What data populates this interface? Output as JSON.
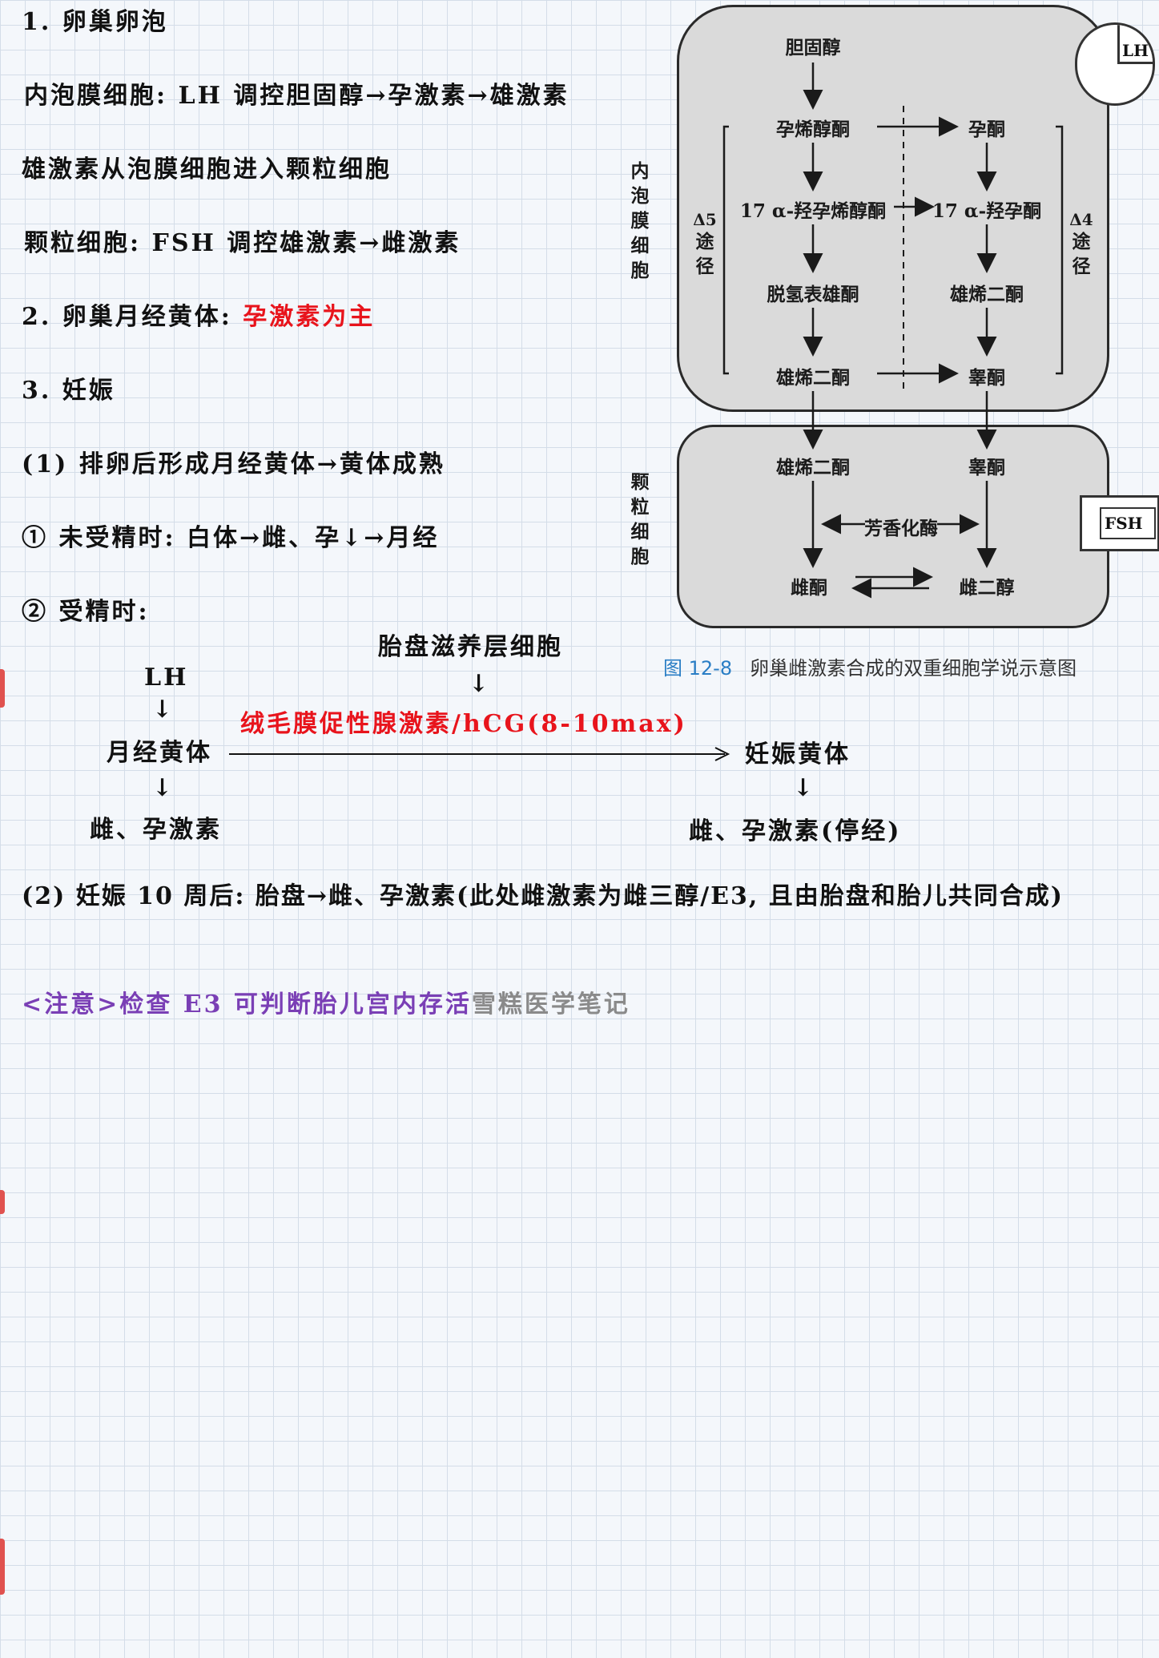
{
  "notes": {
    "h1": "1.  卵巢卵泡",
    "line_theca": "内泡膜细胞: LH 调控胆固醇→孕激素→雄激素",
    "line_transfer": "雄激素从泡膜细胞进入颗粒细胞",
    "line_granulosa": "颗粒细胞: FSH 调控雄激素→雌激素",
    "h2_prefix": "2.  卵巢月经黄体: ",
    "h2_red": "孕激素为主",
    "h3": "3.  妊娠",
    "p1": "(1)  排卵后形成月经黄体→黄体成熟",
    "p1a": "①  未受精时: 白体→雌、孕↓→月经",
    "p1b": "②  受精时:"
  },
  "flow": {
    "placenta": "胎盘滋养层细胞",
    "down_arrow": "↓",
    "lh": "LH",
    "corpus": "月经黄体",
    "hcg": "绒毛膜促性腺激素/hCG(8-10max)",
    "pregnancy_corpus": "妊娠黄体",
    "left_result": "雌、孕激素",
    "right_result": "雌、孕激素(停经)"
  },
  "para2": "(2)  妊娠 10 周后: 胎盘→雌、孕激素(此处雌激素为雌三醇/E3, 且由胎盘和胎儿共同合成)",
  "note": {
    "purple": "<注意>检查 E3 可判断胎儿宫内存活",
    "grey": "雪糕医学笔记"
  },
  "figure": {
    "lh_tab": "LH",
    "fsh_tab": "FSH",
    "theca_label": "内泡膜细胞",
    "granulosa_label": "颗粒细胞",
    "d5_label": "途径",
    "d4_label": "途径",
    "delta5": "Δ5",
    "delta4": "Δ4",
    "cholesterol": "胆固醇",
    "pregnenolone": "孕烯醇酮",
    "progesterone": "孕酮",
    "oh_preg": "17 α-羟孕烯醇酮",
    "oh_prog": "17 α-羟孕酮",
    "dhea": "脱氢表雄酮",
    "androstenedione": "雄烯二酮",
    "androstenedione_b": "雄烯二酮",
    "testosterone": "睾酮",
    "androstenedione_g": "雄烯二酮",
    "testosterone_g": "睾酮",
    "aromatase": "芳香化酶",
    "estrone": "雌酮",
    "estradiol": "雌二醇",
    "caption_num": "图 12-8",
    "caption_text": "卵巢雌激素合成的双重细胞学说示意图"
  },
  "colors": {
    "red": "#e8141c",
    "purple": "#7a3fb5",
    "caption_blue": "#2a7ec5"
  }
}
